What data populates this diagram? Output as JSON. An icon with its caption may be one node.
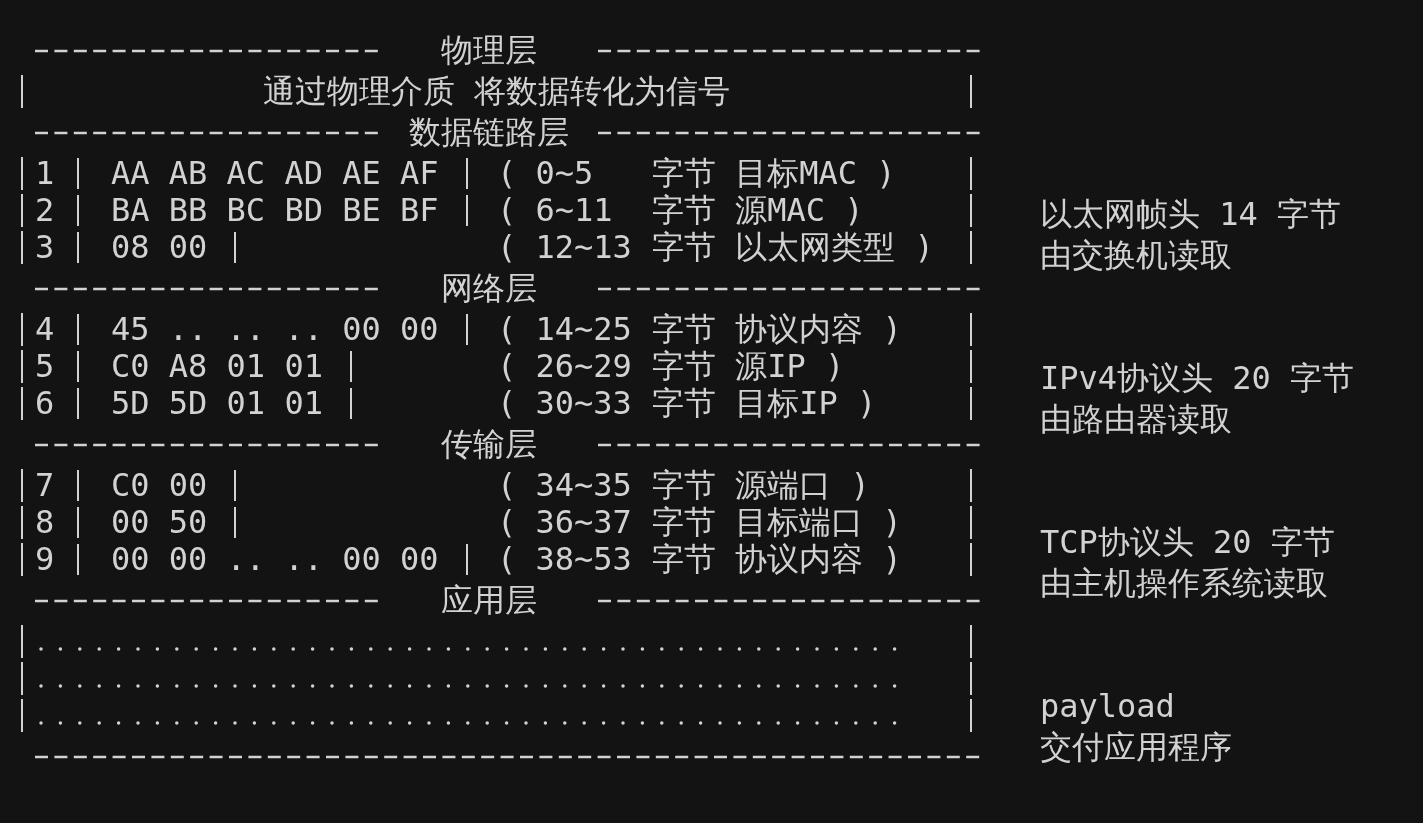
{
  "diagram": {
    "nodes": [
      {
        "text": [
          "物理层",
          "通过物理介质 将数据转化为信号"
        ]
      },
      {
        "text": [
          "数据链路层"
        ],
        "beside": [
          "以太网帧头 14 字节",
          "由交换机读取"
        ]
      },
      {
        "text": [
          "1",
          "AA AB AC AD AE AF",
          "( 0~5",
          "字节 目标MAC )"
        ],
        "in": 1
      },
      {
        "text": [
          "2",
          "BA BB BC BD BE BF",
          "( 6~11",
          "字节 源MAC )"
        ],
        "in": 1
      },
      {
        "text": [
          "3",
          "08 00",
          "( 12~13",
          "字节 以太网类型 )"
        ],
        "in": 1
      },
      {
        "text": [
          "网络层"
        ],
        "beside": [
          "IPv4协议头 20 字节",
          "由路由器读取"
        ]
      },
      {
        "text": [
          "4",
          "45 .. .. .. 00 00",
          "( 14~25",
          "字节 协议内容 )"
        ],
        "in": 5
      },
      {
        "text": [
          "5",
          "C0 A8 01 01",
          "( 26~29",
          "字节 源IP )"
        ],
        "in": 5
      },
      {
        "text": [
          "6",
          "5D 5D 01 01",
          "( 30~33",
          "字节 目标IP )"
        ],
        "in": 5
      },
      {
        "text": [
          "传输层"
        ],
        "beside": [
          "TCP协议头 20 字节",
          "由主机操作系统读取"
        ]
      },
      {
        "text": [
          "7",
          "C0 00",
          "( 34~35",
          "字节 源端口 )"
        ],
        "in": 9
      },
      {
        "text": [
          "8",
          "00 50",
          "( 36~37",
          "字节 目标端口 )"
        ],
        "in": 9
      },
      {
        "text": [
          "9",
          "00 00 .. .. 00 00",
          "( 38~53",
          "字节 协议内容 )"
        ],
        "in": 9
      },
      {
        "text": [
          "应用层"
        ],
        "beside": [
          "payload",
          "交付应用程序"
        ]
      }
    ]
  }
}
